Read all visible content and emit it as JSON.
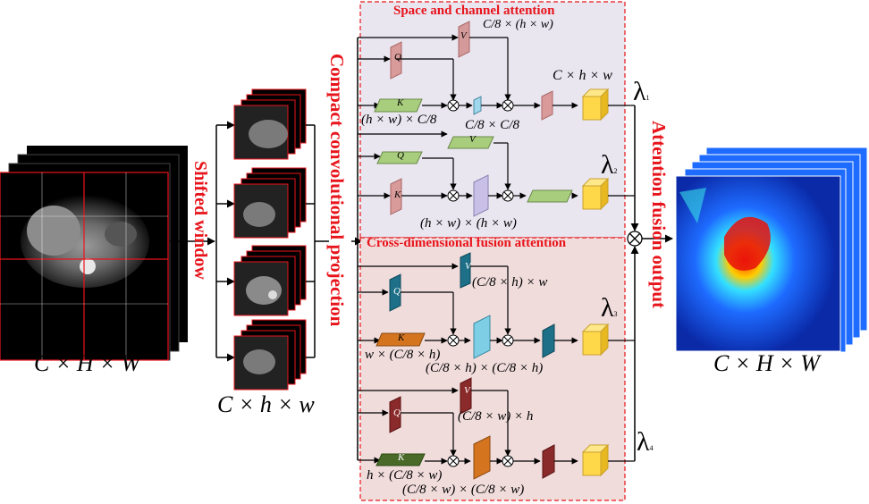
{
  "input": {
    "dims_label": "C × H × W"
  },
  "patches": {
    "dims_label": "C × h × w"
  },
  "output": {
    "dims_label": "C × H × W"
  },
  "side_labels": {
    "shifted_window": "Shifted window",
    "compact_projection": "Compact convolutional projection",
    "fusion_output": "Attention fusion output"
  },
  "top_panel": {
    "title": "Space and channel attention",
    "branch1": {
      "q": "Q",
      "k": "K",
      "v": "V",
      "v_shape": "C/8 × (h × w)",
      "k_shape": "(h × w) × C/8",
      "attn_shape": "C/8 × C/8",
      "out_shape": "C × h × w"
    },
    "branch2": {
      "q": "Q",
      "k": "K",
      "v": "V",
      "attn_shape": "(h × w) × (h × w)"
    }
  },
  "bottom_panel": {
    "title": "Cross-dimensional fusion attention",
    "branch3": {
      "q": "Q",
      "k": "K",
      "v": "V",
      "v_shape": "(C/8 × h) × w",
      "k_shape": "w × (C/8 × h)",
      "attn_shape": "(C/8 × h) × (C/8 × h)"
    },
    "branch4": {
      "q": "Q",
      "k": "K",
      "v": "V",
      "v_shape": "(C/8 × w) × h",
      "k_shape": "h × (C/8 × w)",
      "attn_shape": "(C/8 × w) × (C/8 × w)"
    }
  },
  "lambdas": [
    {
      "symbol": "λ",
      "sub": "1"
    },
    {
      "symbol": "λ",
      "sub": "2"
    },
    {
      "symbol": "λ",
      "sub": "3"
    },
    {
      "symbol": "λ",
      "sub": "4"
    }
  ],
  "colors": {
    "accent_red": "#e8141b",
    "top_panel_bg": "#e9e6f0",
    "bottom_panel_bg": "#f1dcdc",
    "q_top": "#d99a9a",
    "k_green": "#a8cd7c",
    "v_top": "#d49a9a",
    "attn_blue": "#9fd8ec",
    "attn_purple": "#c9c0e8",
    "cube_yellow": "#ffd84a",
    "teal": "#1e6f88",
    "orange": "#d4741f",
    "dark_red": "#8a2a2a",
    "dark_green": "#4a6a2a"
  }
}
